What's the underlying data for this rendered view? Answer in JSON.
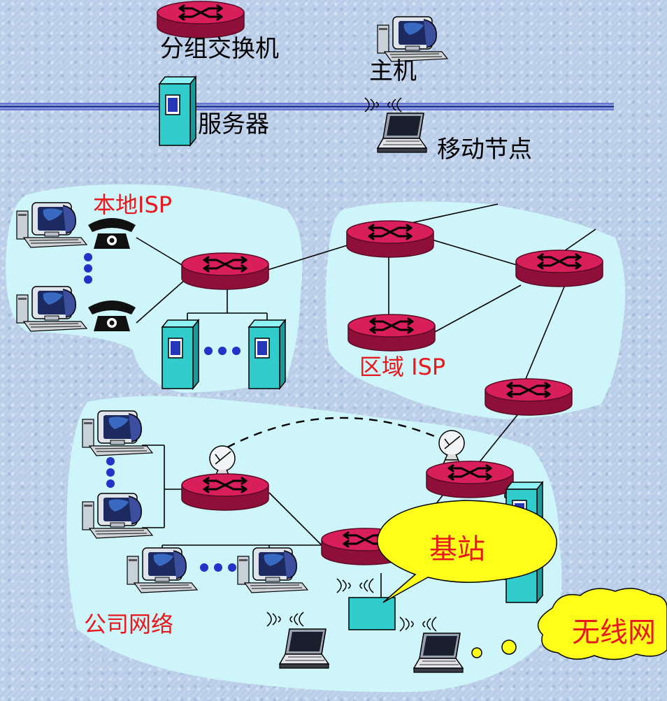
{
  "legend": {
    "packet_switch": "分组交换机",
    "host": "主机",
    "server": "服务器",
    "mobile": "移动节点"
  },
  "regions": {
    "local_isp": "本地ISP",
    "regional_isp": "区域 ISP",
    "company": "公司网络"
  },
  "callouts": {
    "base_station": "基站",
    "wireless": "无线网"
  },
  "colors": {
    "background": "#b7cde8",
    "cloud": "#cdf5fa",
    "router": "#c8154f",
    "router_top": "#e02a63",
    "server": "#2ec4c4",
    "red_text": "#e8181c",
    "callout": "#ffff1a",
    "divider": "#2a3d9e",
    "dots": "#2432c8"
  }
}
